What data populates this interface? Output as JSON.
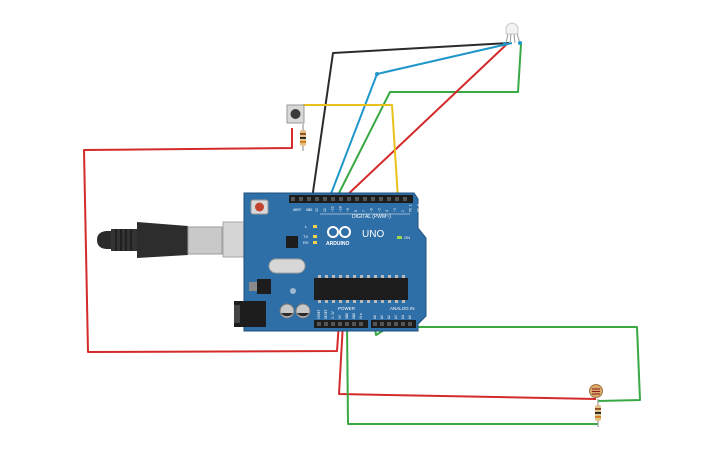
{
  "board": {
    "brand": "ARDUINO",
    "model": "UNO",
    "digital_label": "DIGITAL (PWM~)",
    "power_label": "POWER",
    "analog_label": "ANALOG IN",
    "tx_label": "TX",
    "rx_label": "RX",
    "l_label": "L",
    "on_label": "ON",
    "aref_label": "AREF",
    "gnd_label": "GND",
    "digital_pins": [
      "13",
      "12",
      "~11",
      "~10",
      "~9",
      "8",
      "7",
      "~6",
      "~5",
      "4",
      "~3",
      "2",
      "TX 1",
      "RX 0"
    ],
    "power_pins": [
      "IOREF",
      "RESET",
      "3.3V",
      "5V",
      "GND",
      "GND",
      "Vin"
    ],
    "analog_pins": [
      "A0",
      "A1",
      "A2",
      "A3",
      "A4",
      "A5"
    ]
  },
  "colors": {
    "board": "#2f6fa7",
    "board_edge": "#1f4f7e",
    "wire_red": "#d42a2a",
    "wire_black": "#2b2b2b",
    "wire_blue": "#1f97c9",
    "wire_green": "#3aa845",
    "wire_yellow": "#e8c21a"
  },
  "components": {
    "usb": "usb-b-cable",
    "button": "pushbutton",
    "led": "rgb-led",
    "ldr": "photoresistor",
    "resistor": "resistor"
  }
}
